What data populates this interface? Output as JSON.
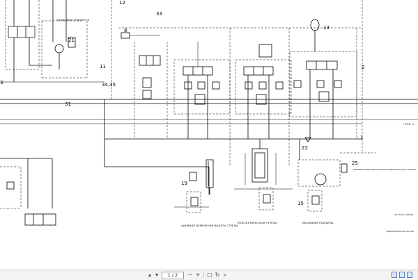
{
  "diagram": {
    "numbers": {
      "n12": "12",
      "n33": "33",
      "n8": "8",
      "n13": "13",
      "n21": "21",
      "n11": "11",
      "n3": "3",
      "n3435": "34,35",
      "n31": "31",
      "n2": "2",
      "n22": "22",
      "n25": "25",
      "n19": "19",
      "n15": "15",
      "n1": "1"
    },
    "captions": {
      "rotation": "МЕХАНИЗМ ПОВОРОТА",
      "boom_cyl": "ЦИЛИНДР ИЗМЕНЕНИЯ ВЫЛЕТА СТРЕЛЫ",
      "telescopic": "ТЕЛЕСКОПИЧЕСКАЯ СТРЕЛА",
      "hoist": "МЕХАНИЗМ ПОДЪЕМА",
      "pos": "* POS. 1",
      "note_line1": "ШИРОКИЕ КРАНЫ ДОПУСКАЕТСЯ ЗАМЕНЯТЬ ТОЛЬКО ДЛЯ МЕ",
      "note_line2": "ATLAS10A, ПАРАКУ",
      "note_line3": "ГИДРАВЛИЧЕСКАЯ СИСТЕМ"
    }
  },
  "toolbar": {
    "page_indicator": "1 / 2",
    "colors": {
      "bar": "#f3f3f3",
      "accent": "#5a7fb5"
    }
  }
}
